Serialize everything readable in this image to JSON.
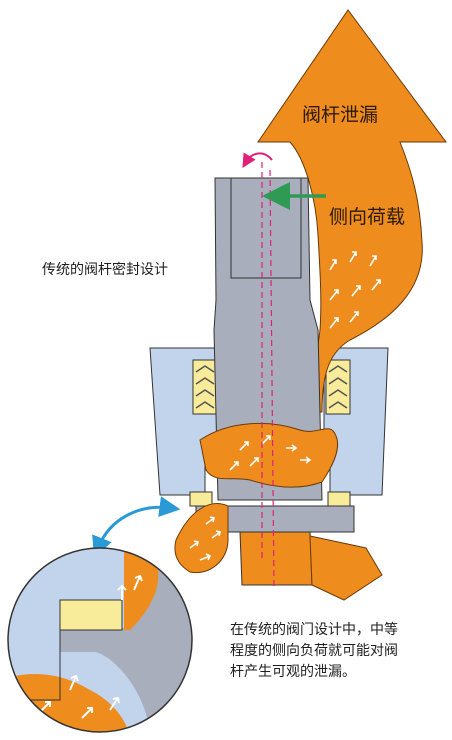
{
  "labels": {
    "stem_leak": "阀杆泄漏",
    "side_load": "侧向荷载",
    "title": "传统的阀杆密封设计",
    "caption": "在传统的阀门设计中，中等程度的侧向负荷就可能对阀杆产生可观的泄漏。"
  },
  "colors": {
    "leak_orange": "#ef8c1e",
    "stem_gray": "#a9aebc",
    "body_blue": "#c2d3ec",
    "packing_yellow": "#f8ec9a",
    "load_arrow_green": "#2e9a54",
    "rotation_magenta": "#e0207a",
    "callout_blue": "#2a9ad6"
  },
  "icons": [
    "leak-arrow-icon",
    "side-load-arrow-icon",
    "rotation-arrow-icon",
    "callout-double-arrow-icon"
  ]
}
